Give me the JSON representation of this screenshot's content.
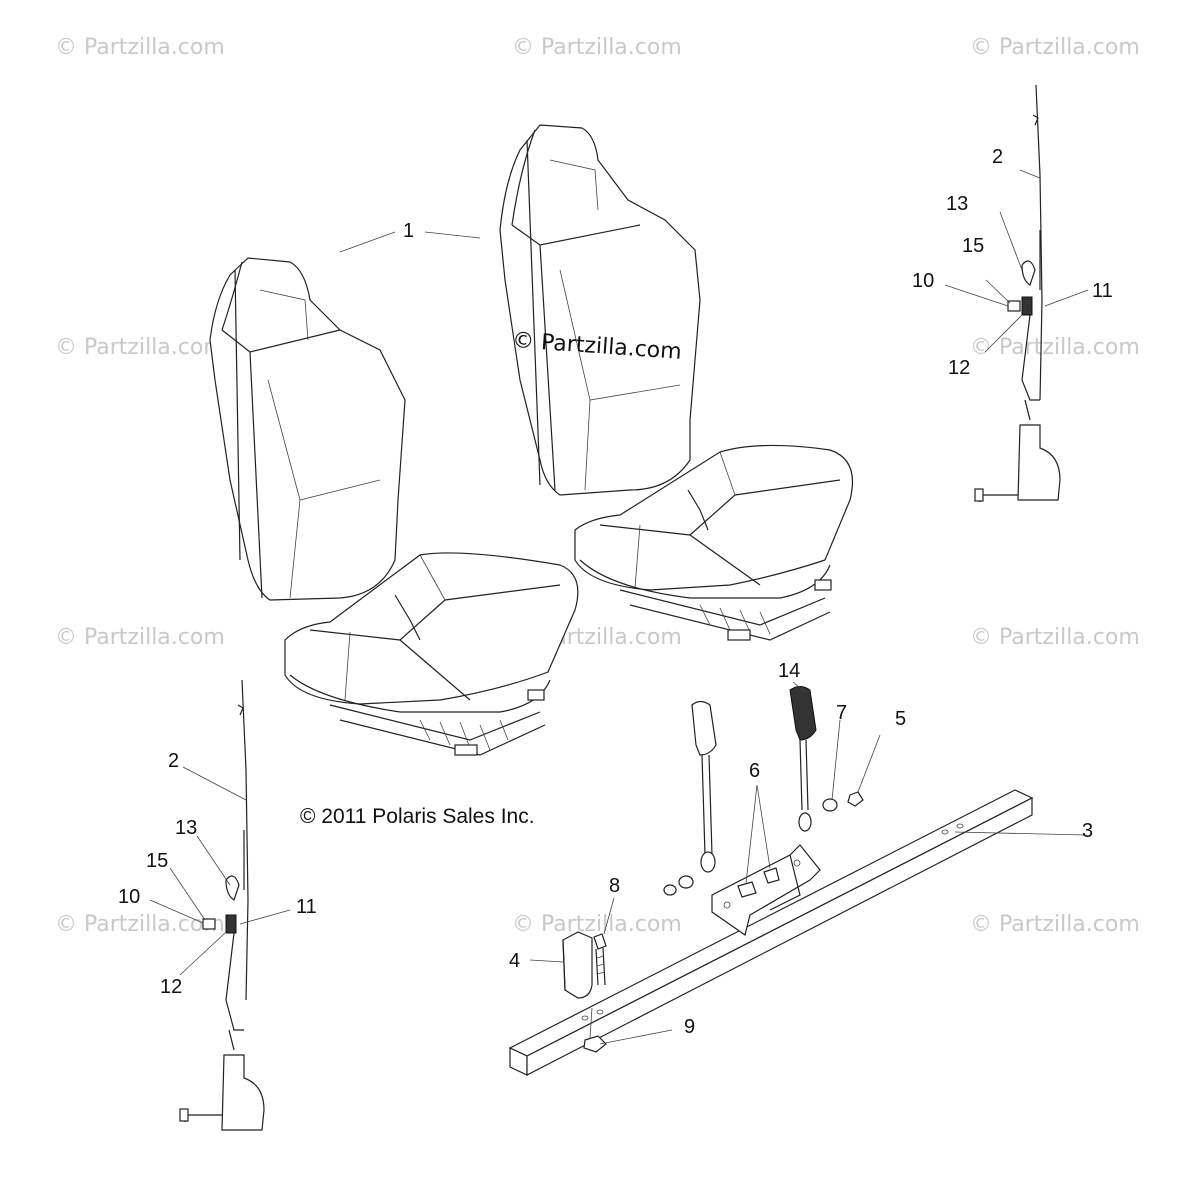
{
  "watermark_text": "© Partzilla.com",
  "center_watermark": "© Partzilla.com",
  "copyright": "© 2011 Polaris Sales Inc.",
  "callouts": {
    "c1": "1",
    "c2_right": "2",
    "c13_right": "13",
    "c15_right": "15",
    "c10_right": "10",
    "c11_right": "11",
    "c12_right": "12",
    "c14": "14",
    "c7": "7",
    "c5": "5",
    "c6": "6",
    "c3": "3",
    "c8": "8",
    "c4": "4",
    "c9": "9",
    "c2_left": "2",
    "c13_left": "13",
    "c15_left": "15",
    "c10_left": "10",
    "c11_left": "11",
    "c12_left": "12"
  }
}
